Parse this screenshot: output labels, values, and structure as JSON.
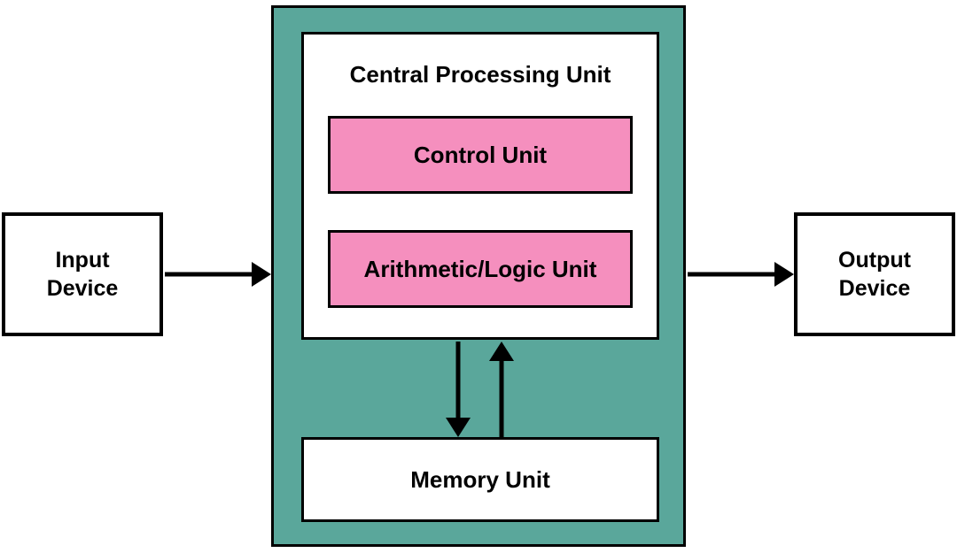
{
  "nodes": {
    "input": {
      "line1": "Input",
      "line2": "Device"
    },
    "output": {
      "line1": "Output",
      "line2": "Device"
    },
    "cpu": {
      "title": "Central Processing Unit"
    },
    "control": {
      "label": "Control Unit"
    },
    "alu": {
      "label": "Arithmetic/Logic Unit"
    },
    "memory": {
      "label": "Memory Unit"
    }
  },
  "colors": {
    "teal": "#5aa79b",
    "pink": "#f58fbe",
    "line": "#000000",
    "bg": "#ffffff"
  }
}
